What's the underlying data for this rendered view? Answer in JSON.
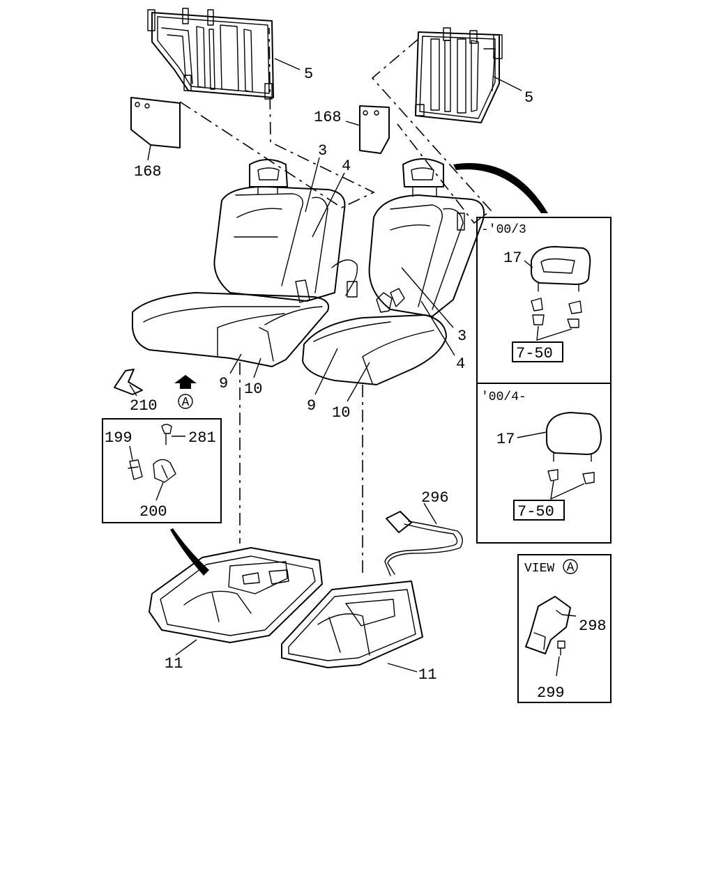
{
  "callouts": {
    "c5a": "5",
    "c5b": "5",
    "c168a": "168",
    "c168b": "168",
    "c3a": "3",
    "c4a": "4",
    "c3b": "3",
    "c4b": "4",
    "c9a": "9",
    "c10a": "10",
    "c9b": "9",
    "c10b": "10",
    "c210": "210",
    "c199": "199",
    "c281": "281",
    "c200": "200",
    "c296": "296",
    "c11a": "11",
    "c11b": "11",
    "c17a": "17",
    "c750a": "7-50",
    "c17b": "17",
    "c750b": "7-50",
    "c298": "298",
    "c299": "299"
  },
  "view_marker": "A",
  "panels": {
    "early": {
      "range": "-'00/3"
    },
    "late": {
      "range": "'00/4-"
    },
    "view": {
      "title": "VIEW",
      "marker": "A"
    }
  },
  "colors": {
    "line": "#000000",
    "background": "#ffffff"
  }
}
